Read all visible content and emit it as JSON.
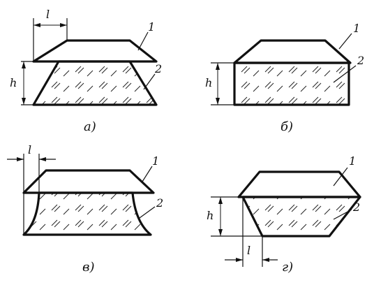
{
  "panels": [
    {
      "id": "a",
      "caption": "а)",
      "part1": "1",
      "part2": "2",
      "height_label": "h",
      "length_label": "l"
    },
    {
      "id": "b",
      "caption": "б)",
      "part1": "1",
      "part2": "2",
      "height_label": "h"
    },
    {
      "id": "v",
      "caption": "в)",
      "part1": "1",
      "part2": "2",
      "length_label": "l"
    },
    {
      "id": "g",
      "caption": "г)",
      "part1": "1",
      "part2": "2",
      "height_label": "h",
      "length_label": "l"
    }
  ]
}
